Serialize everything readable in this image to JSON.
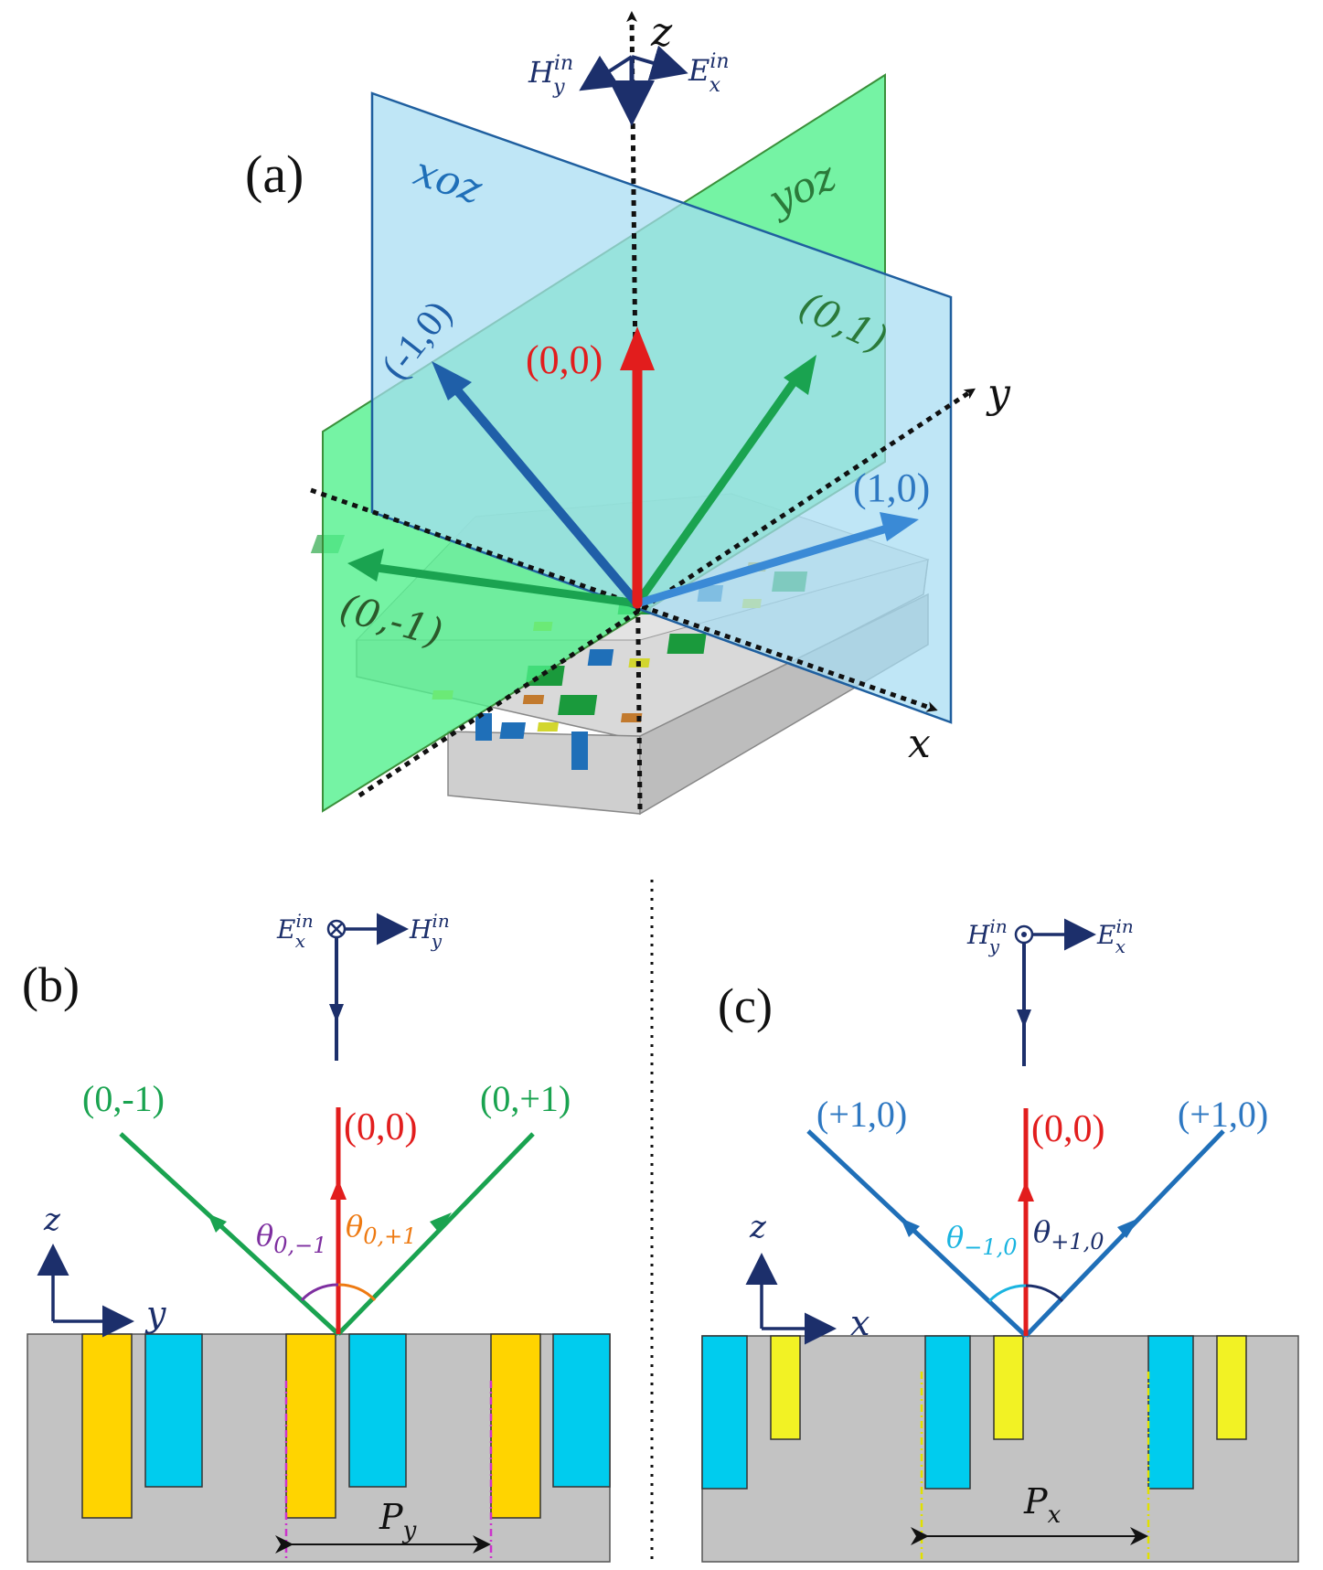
{
  "panels": {
    "a": {
      "label": "(a)",
      "planes": {
        "xoz": "xoz",
        "yoz": "yoz"
      },
      "axes": {
        "x": "x",
        "y": "y",
        "z": "z"
      },
      "incident_fields": {
        "H": "H",
        "H_sub": "y",
        "H_sup": "in",
        "E": "E",
        "E_sub": "x",
        "E_sup": "in"
      },
      "orders": {
        "o00": "(0,0)",
        "m10": "(-1,0)",
        "p10": "(1,0)",
        "p01": "(0,1)",
        "m01": "(0,-1)"
      }
    },
    "b": {
      "label": "(b)",
      "incident_fields": {
        "E": "E",
        "E_sub": "x",
        "E_sup": "in",
        "H": "H",
        "H_sub": "y",
        "H_sup": "in"
      },
      "orders": {
        "left": "(0,-1)",
        "center": "(0,0)",
        "right": "(0,+1)"
      },
      "angles": {
        "left": "θ",
        "left_sub": "0,−1",
        "right": "θ",
        "right_sub": "0,+1"
      },
      "axes": {
        "vertical": "z",
        "horizontal": "y"
      },
      "period": {
        "P": "P",
        "sub": "y"
      }
    },
    "c": {
      "label": "(c)",
      "incident_fields": {
        "H": "H",
        "H_sub": "y",
        "H_sup": "in",
        "E": "E",
        "E_sub": "x",
        "E_sup": "in"
      },
      "orders": {
        "left": "(+1,0)",
        "center": "(0,0)",
        "right": "(+1,0)"
      },
      "angles": {
        "left": "θ",
        "left_sub": "−1,0",
        "right": "θ",
        "right_sub": "+1,0"
      },
      "axes": {
        "vertical": "z",
        "horizontal": "x"
      },
      "period": {
        "P": "P",
        "sub": "x"
      }
    }
  },
  "colors": {
    "navy": "#1c2f6b",
    "red": "#e21d1d",
    "green": "#1aa350",
    "blue": "#1f6fb8",
    "blue_text": "#2e78c2",
    "cyan": "#00ccee",
    "gold": "#ffd400",
    "yellow": "#f2f224",
    "gray": "#c3c3c3",
    "purple": "#7e2fa0",
    "orange": "#ee7a12",
    "light_cyan_text": "#1ab4e0",
    "xoz_plane": "#a6dcf2",
    "yoz_plane": "#4ef08a"
  }
}
